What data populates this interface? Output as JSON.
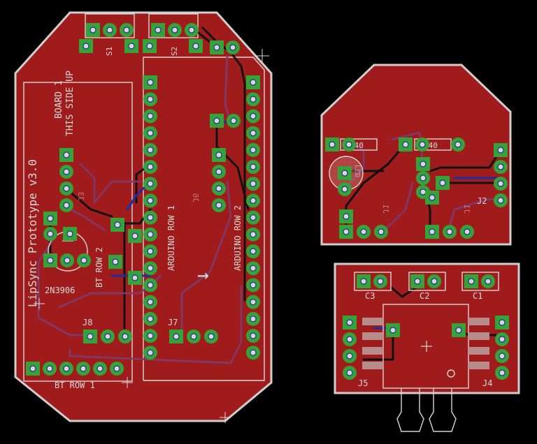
{
  "board_main": {
    "title_lines": [
      "BOARD 1",
      "THIS SIDE UP"
    ],
    "product_label": "LipSync Prototype v3.0",
    "transistor_label": "2N3906",
    "switch_labels": [
      "S1",
      "S2"
    ],
    "header_labels": [
      "ARDUINO ROW 1",
      "ARDUINO ROW 2"
    ],
    "bt_labels": [
      "BT ROW 1",
      "BT ROW 2"
    ],
    "connector_labels": [
      "J8",
      "J7"
    ],
    "mirrored_labels": [
      "J3",
      "J6"
    ],
    "arrow_symbol": "→"
  },
  "board_led": {
    "resistor_values": [
      "540",
      "540"
    ],
    "led_label": "LED",
    "connector_labels": [
      "J2"
    ],
    "mirrored_labels": [
      "J1",
      "J1"
    ]
  },
  "board_sensor": {
    "capacitor_labels": [
      "C3",
      "C2",
      "C1"
    ],
    "connector_labels": [
      "J5",
      "J4"
    ]
  },
  "colors": {
    "board": "#a01c1c",
    "pad": "#35a337",
    "via": "#1b2f9e",
    "silk": "#d9d9d9"
  }
}
